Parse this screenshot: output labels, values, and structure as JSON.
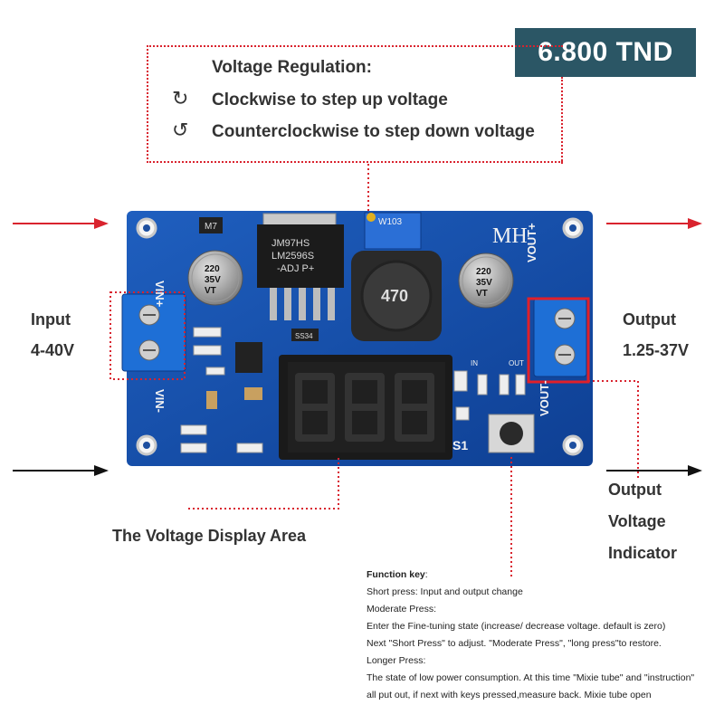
{
  "price": "6.800 TND",
  "regulation": {
    "title": "Voltage Regulation:",
    "clockwise": "Clockwise to step up voltage",
    "counterclockwise": "Counterclockwise to step down voltage"
  },
  "input": {
    "label": "Input",
    "range": "4-40V"
  },
  "output": {
    "label": "Output",
    "range": "1.25-37V"
  },
  "display_area": "The Voltage Display Area",
  "indicator": {
    "l1": "Output",
    "l2": "Voltage",
    "l3": "Indicator"
  },
  "board": {
    "silk_vin_plus": "VIN+",
    "silk_vin_minus": "VIN-",
    "silk_vout_plus": "VOUT+",
    "silk_vout_minus": "VOUT-",
    "brand": "MH",
    "chip_l1": "JM97HS",
    "chip_l2": "LM2596S",
    "chip_l3": "-ADJ  P+",
    "inductor": "470",
    "cap": "220",
    "cap2": "35V",
    "cap3": "VT",
    "pot": "W103",
    "s1": "S1",
    "in": "IN",
    "out": "OUT",
    "m7": "M7",
    "ss34": "SS34"
  },
  "function_key": {
    "title": "Function key",
    "colon": ":",
    "lines": [
      "Short press: Input and output change",
      "Moderate Press:",
      "Enter the Fine-tuning state (increase/ decrease voltage. default is zero)",
      "Next \"Short Press\" to adjust. \"Moderate Press\", \"long press\"to restore.",
      "Longer Press:",
      "The state of low power consumption. At this time \"Mixie tube\" and \"instruction\"",
      "all put out, if next with keys pressed,measure back. Mixie tube open"
    ]
  }
}
